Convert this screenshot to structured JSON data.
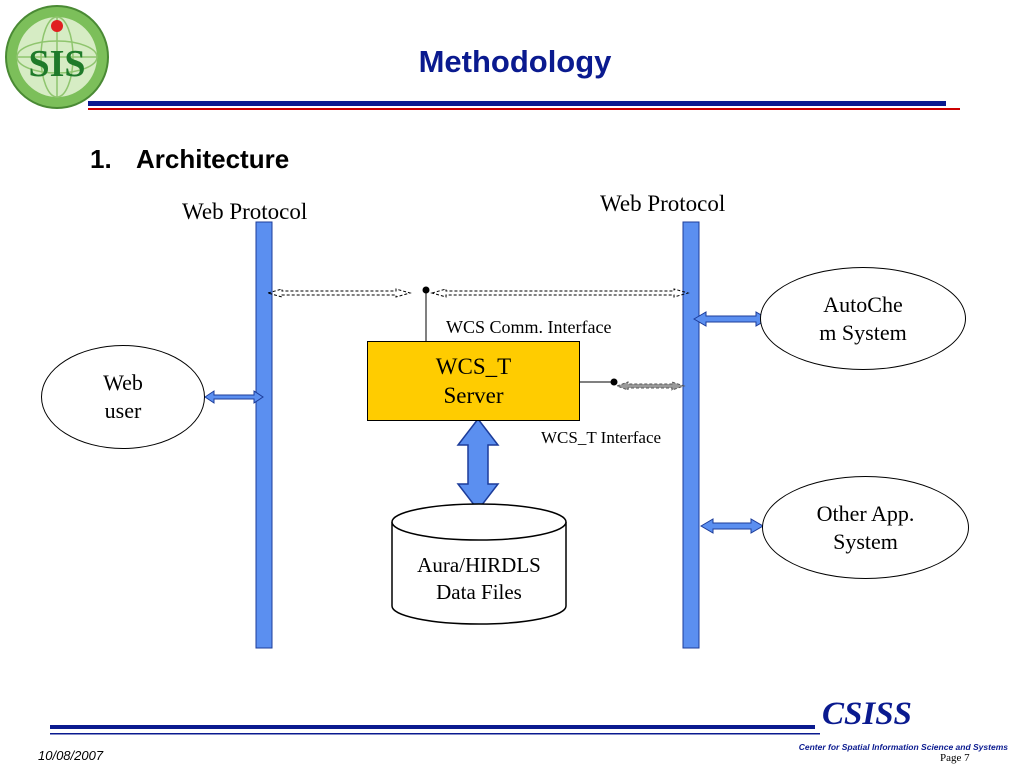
{
  "header": {
    "logo_text": "SIS",
    "title": "Methodology"
  },
  "section": {
    "number": "1.",
    "heading": "Architecture"
  },
  "diagram": {
    "left_protocol_label": "Web Protocol",
    "right_protocol_label": "Web Protocol",
    "web_user": {
      "line1": "Web",
      "line2": "user"
    },
    "server": {
      "line1": "WCS_T",
      "line2": "Server"
    },
    "comm_interface_label": "WCS Comm. Interface",
    "wcst_interface_label": "WCS_T Interface",
    "data_store": {
      "line1": "Aura/HIRDLS",
      "line2": "Data Files"
    },
    "autochem": {
      "line1": "AutoChe",
      "line2": "m System"
    },
    "other_app": {
      "line1": "Other App.",
      "line2": "System"
    },
    "colors": {
      "bus": "#5b8ff0",
      "server": "#ffcc00",
      "rule_blue": "#0a1a8f",
      "rule_red": "#cc0000"
    }
  },
  "footer": {
    "brand": "CSISS",
    "center_name": "Center for Spatial Information Science and Systems",
    "date": "10/08/2007",
    "page_label": "Page",
    "page_number": "7"
  }
}
